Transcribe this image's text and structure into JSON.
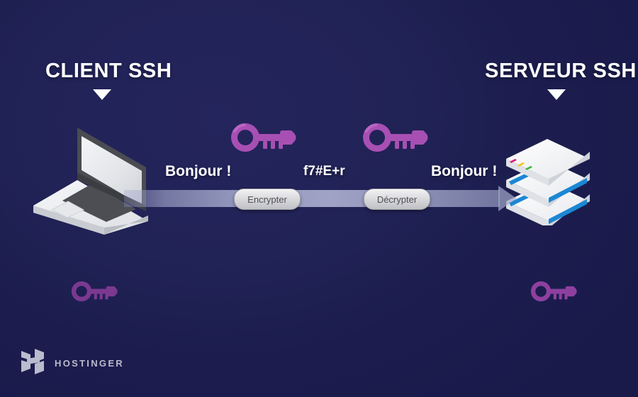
{
  "diagram": {
    "title_client": "CLIENT SSH",
    "title_server": "SERVEUR SSH",
    "labels": {
      "plaintext_left": "Bonjour !",
      "ciphertext": "f7#E+r",
      "plaintext_right": "Bonjour !"
    },
    "operations": {
      "encrypt": "Encrypter",
      "decrypt": "Décrypter"
    },
    "icons": {
      "caret": "caret-down-icon",
      "key": "key-icon",
      "laptop": "laptop-icon",
      "server": "server-stack-icon"
    },
    "colors": {
      "background_top": "#24255c",
      "background_bottom": "#15184a",
      "key_purple": "#a84fb4",
      "channel_light": "#b4b8d8",
      "pill_face": "#dadadd",
      "pill_text": "#4e4e56",
      "server_stripe_blue": "#1b87d4",
      "led_magenta": "#d81f7a",
      "led_yellow": "#f2c61a",
      "led_green": "#3fb93f",
      "text_white": "#ffffff",
      "logo_grey": "#b9bccd"
    }
  },
  "branding": {
    "wordmark": "HOSTINGER",
    "logo_icon": "hostinger-h-logo"
  }
}
